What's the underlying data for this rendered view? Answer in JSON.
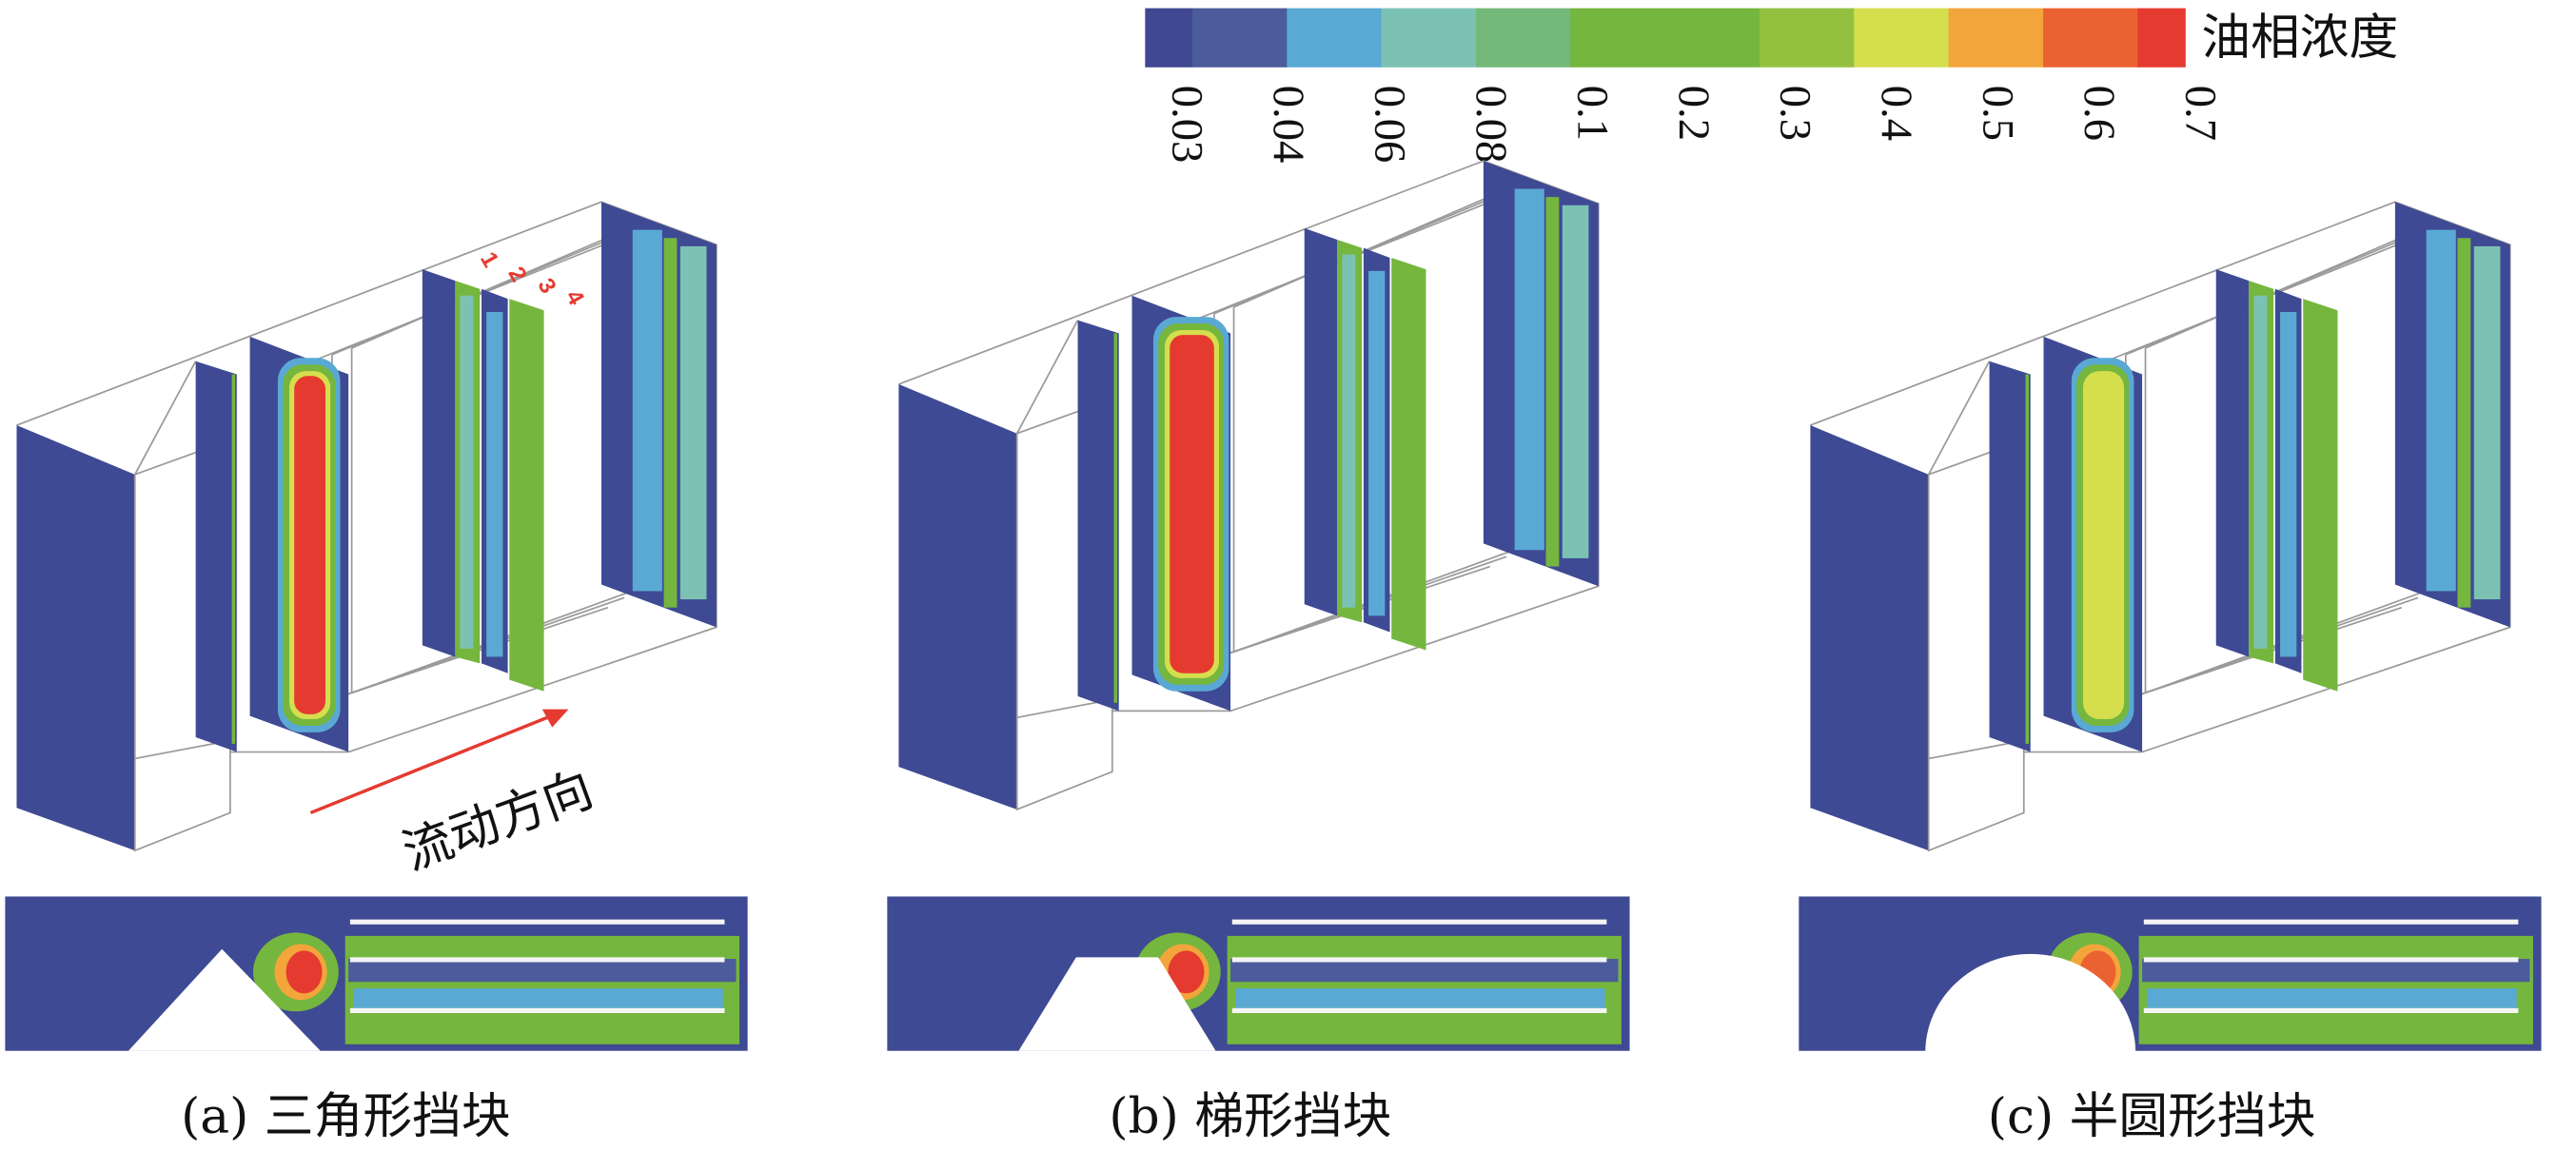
{
  "legend": {
    "title": "油相浓度",
    "levels": [
      {
        "label": "0.03",
        "color": "#3f4890"
      },
      {
        "label": "0.04",
        "color": "#4c5b9b"
      },
      {
        "label": "0.06",
        "color": "#5aa9d5"
      },
      {
        "label": "0.08",
        "color": "#7cc2b4"
      },
      {
        "label": "0.1",
        "color": "#74b87a"
      },
      {
        "label": "0.2",
        "color": "#75b63e"
      },
      {
        "label": "0.3",
        "color": "#93c13f"
      },
      {
        "label": "0.4",
        "color": "#d5de4d"
      },
      {
        "label": "0.5",
        "color": "#f3a53b"
      },
      {
        "label": "0.6",
        "color": "#eb6232"
      },
      {
        "label": "0.7",
        "color": "#e53a30"
      }
    ]
  },
  "flow_direction_label": "流动方向",
  "baffle_numbers": [
    "1",
    "2",
    "3",
    "4"
  ],
  "panels": [
    {
      "caption": "(a) 三角形挡块",
      "shape": "triangle",
      "core_color": "#e53a30"
    },
    {
      "caption": "(b) 梯形挡块",
      "shape": "trapezoid",
      "core_color": "#e53a30"
    },
    {
      "caption": "(c) 半圆形挡块",
      "shape": "semicircle",
      "core_color": "#d5de4d"
    }
  ],
  "colors": {
    "background": "#3f4a94",
    "arrow": "#e53a30"
  }
}
